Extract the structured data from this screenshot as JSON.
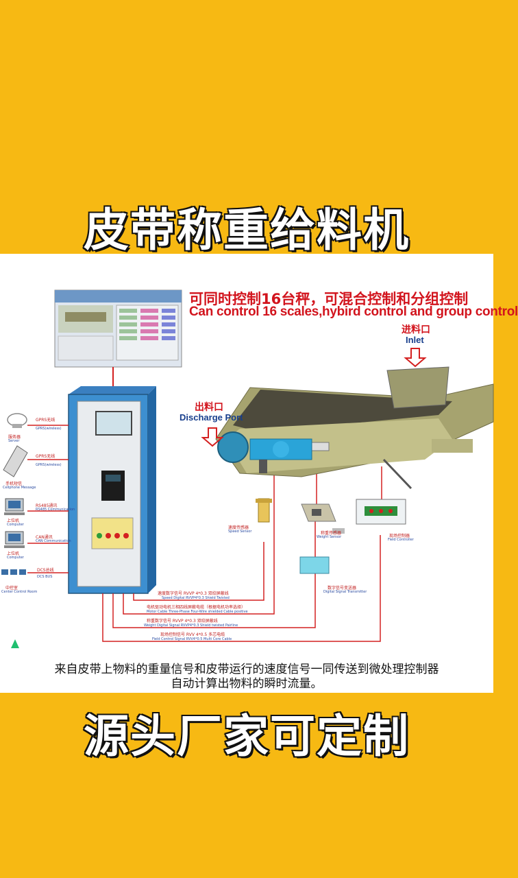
{
  "title_top": "皮带称重给料机",
  "title_bottom": "源头厂家可定制",
  "caption_line1": "来自皮带上物料的重量信号和皮带运行的速度信号一同传送到微处理控制器",
  "caption_line2": "自动计算出物料的瞬时流量。",
  "diagram": {
    "header_cn": "可同时控制16台秤，可混合控制和分组控制",
    "header_en": "Can control 16 scales,hybird control and group control",
    "inlet_cn": "进料口",
    "inlet_en": "Inlet",
    "discharge_cn": "出料口",
    "discharge_en": "Discharge Port",
    "left_devices": [
      {
        "cn": "GPRS无线",
        "en": "GPRS(wireless)",
        "name_cn": "服务器",
        "name_en": "Server"
      },
      {
        "cn": "GPRS无线",
        "en": "GPRS(wireless)",
        "name_cn": "手机短信",
        "name_en": "Cellphone Message"
      },
      {
        "cn": "RS485通讯",
        "en": "RS485 Communication",
        "name_cn": "上位机",
        "name_en": "Computer"
      },
      {
        "cn": "CAN通讯",
        "en": "CAN Communication",
        "name_cn": "上位机",
        "name_en": "Computer"
      },
      {
        "cn": "DCS总线",
        "en": "DCS BUS",
        "name_cn": "中控室",
        "name_en": "Center Control Room"
      }
    ],
    "sensors": {
      "speed_cn": "速度传感器",
      "speed_en": "Speed Sensor",
      "weight_cn": "称重传感器",
      "weight_en": "Weight Sensor",
      "field_cn": "现场控制器",
      "field_en": "Field Controller",
      "digital_cn": "数字信号变送器",
      "digital_en": "Digital Signal Transmitter"
    },
    "cables": [
      {
        "cn": "速度数字信号 RVVP 4*0.3 双绞屏蔽线",
        "en": "Speed Digital RVVP4*0.3 Shield Twisted"
      },
      {
        "cn": "电机驱动电机三相四线屏蔽电缆（根据电机功率选择）",
        "en": "Motor Cable Three-Phase Four-Wire shielded Cable positive"
      },
      {
        "cn": "称重数字信号 RVVP 4*0.3 双绞屏蔽线",
        "en": "Weight Digital Signal RVVP4*0.3 Shield twisted Pairline"
      },
      {
        "cn": "现场控制信号 RVV 4*0.5 多芯电缆",
        "en": "Field Control Signal RVV4*0.5 Multi Core Cable"
      }
    ]
  },
  "colors": {
    "background": "#F7B913",
    "red": "#d2141d",
    "blue": "#173e8c",
    "machine": "#9c9a6e",
    "motor": "#2aa4d8"
  }
}
